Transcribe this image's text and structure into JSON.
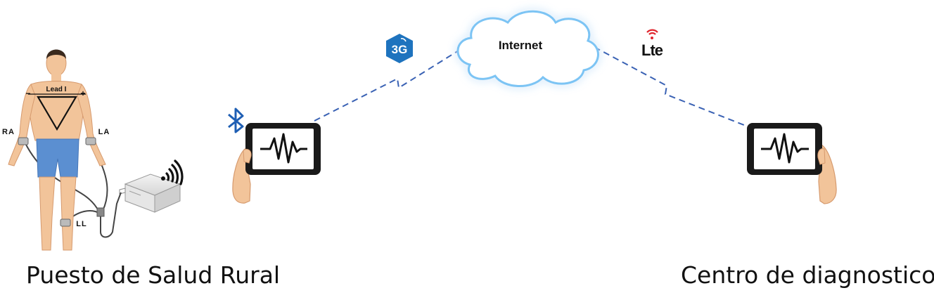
{
  "patient": {
    "lead_label": "Lead I",
    "minus": "−",
    "plus": "+",
    "ra": "RA",
    "la": "LA",
    "ll": "LL"
  },
  "network": {
    "internet": "Internet",
    "badge_3g": "3G",
    "badge_lte": "Lte"
  },
  "captions": {
    "left": "Puesto de Salud Rural",
    "right": "Centro de diagnostico"
  },
  "colors": {
    "skin": "#f2c49a",
    "shorts": "#5b8fd1",
    "dash_line": "#3a62b4",
    "cloud_glow": "#63b4f0",
    "bluetooth": "#1f5fb4",
    "badge_3g": "#1e73be",
    "lte_red": "#e0252d"
  },
  "icons": [
    "bluetooth-icon",
    "wifi-signal-icon",
    "ecg-wave-icon",
    "lte-signal-icon"
  ]
}
